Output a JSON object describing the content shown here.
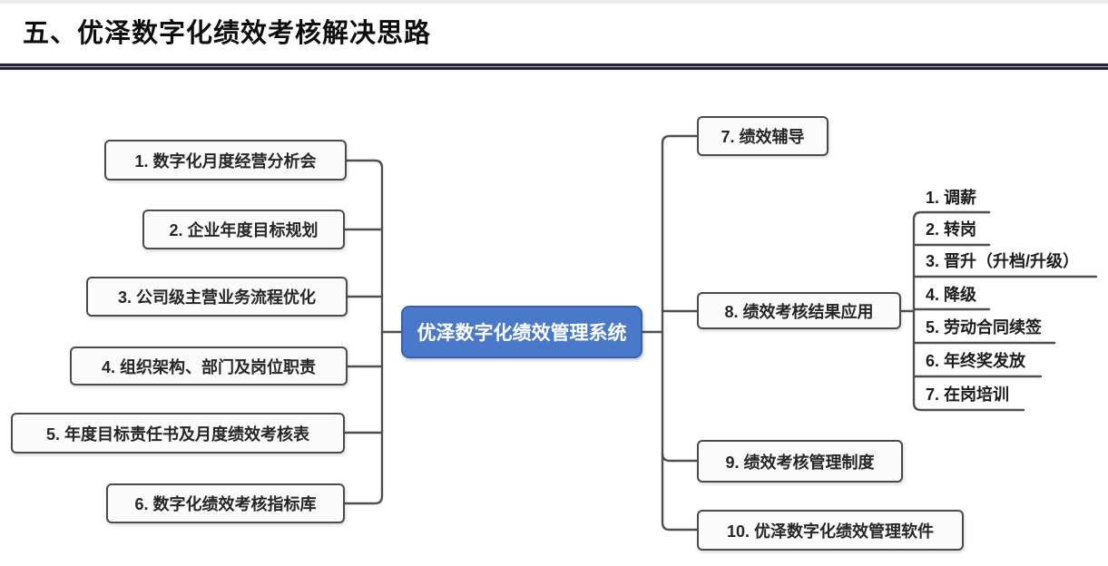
{
  "header": {
    "title": "五、优泽数字化绩效考核解决思路"
  },
  "colors": {
    "center_fill": "#4a79cc",
    "center_border": "#3a5fae",
    "node_fill": "#fbfbfb",
    "node_border": "#4a4a4a",
    "connector": "#4f4f4f",
    "title_rule": "#23233c",
    "top_strip": "#e6ece6"
  },
  "mindmap": {
    "center": {
      "label": "优泽数字化绩效管理系统"
    },
    "left_nodes": [
      {
        "label": "1. 数字化月度经营分析会"
      },
      {
        "label": "2. 企业年度目标规划"
      },
      {
        "label": "3. 公司级主营业务流程优化"
      },
      {
        "label": "4. 组织架构、部门及岗位职责"
      },
      {
        "label": "5. 年度目标责任书及月度绩效考核表"
      },
      {
        "label": "6. 数字化绩效考核指标库"
      }
    ],
    "right_nodes": [
      {
        "label": "7. 绩效辅导"
      },
      {
        "label": "8. 绩效考核结果应用",
        "children": [
          {
            "label": "1. 调薪"
          },
          {
            "label": "2. 转岗"
          },
          {
            "label": "3. 晋升（升档/升级）"
          },
          {
            "label": "4. 降级"
          },
          {
            "label": "5. 劳动合同续签"
          },
          {
            "label": "6. 年终奖发放"
          },
          {
            "label": "7. 在岗培训"
          }
        ]
      },
      {
        "label": "9. 绩效考核管理制度"
      },
      {
        "label": "10. 优泽数字化绩效管理软件"
      }
    ]
  }
}
